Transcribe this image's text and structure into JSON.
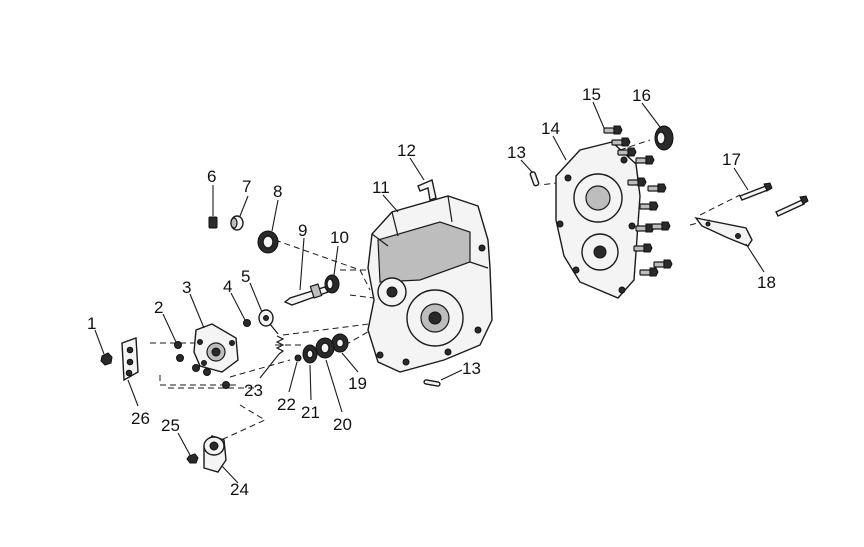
{
  "diagram": {
    "callouts": [
      "1",
      "2",
      "3",
      "4",
      "5",
      "6",
      "7",
      "8",
      "9",
      "10",
      "11",
      "12",
      "13",
      "14",
      "15",
      "16",
      "17",
      "18",
      "19",
      "20",
      "21",
      "22",
      "23",
      "24",
      "25",
      "26",
      "13"
    ]
  }
}
